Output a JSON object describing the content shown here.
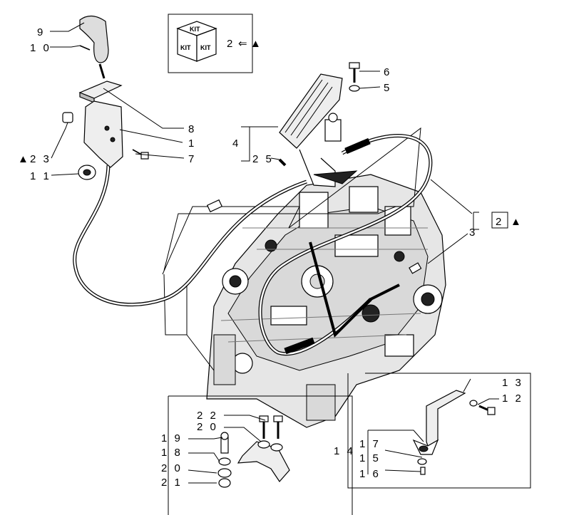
{
  "labels": {
    "l9": "9",
    "l10": "1 0",
    "l8": "8",
    "l1": "1",
    "l7": "7",
    "l23": "2 3",
    "l11": "1 1",
    "l6": "6",
    "l5": "5",
    "l4": "4",
    "l25": "2 5",
    "l2kit": "2",
    "l2": "2",
    "l3": "3",
    "l22": "2 2",
    "l20a": "2 0",
    "l19": "1 9",
    "l18": "1 8",
    "l20b": "2 0",
    "l21": "2 1",
    "l13": "1 3",
    "l12": "1 2",
    "l14": "1 4",
    "l17": "1 7",
    "l15": "1 5",
    "l16": "1 6"
  },
  "kit_box": {
    "kit_text": "KIT"
  },
  "symbols": {
    "triangle": "▲",
    "kit_arrow": "⇐",
    "kit_arrow_icon": "kit-arrow-icon",
    "triangle_icon": "triangle-marker-icon"
  }
}
